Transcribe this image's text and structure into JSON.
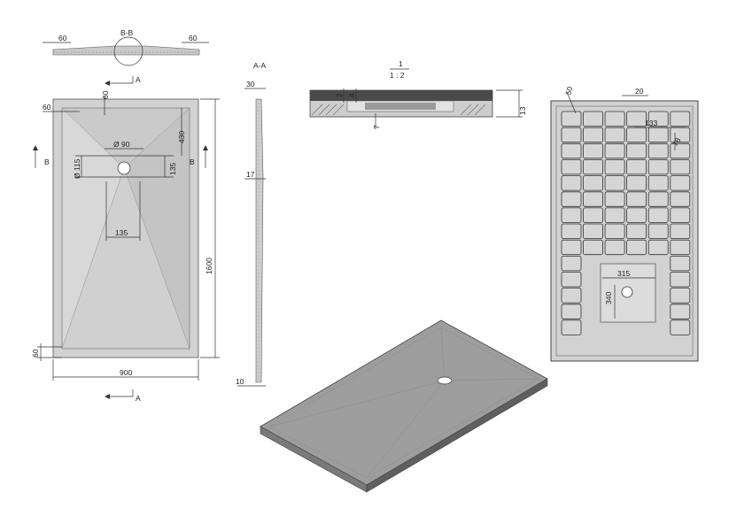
{
  "labels": {
    "section_bb": "B-B",
    "section_aa": "A-A",
    "scale_num": "1",
    "scale_den": "1 : 2",
    "arrow_a": "A",
    "arrow_b": "B"
  },
  "dims": {
    "bb_left": "60",
    "bb_right": "60",
    "top_60": "60",
    "left_60": "60",
    "drain_90": "Ø 90",
    "drain_115": "Ø 115",
    "h_430": "430",
    "h_135": "135",
    "w_135": "135",
    "h_1600": "1600",
    "bottom_60": "60",
    "w_900": "900",
    "aa_30": "30",
    "aa_17": "17",
    "aa_10": "10",
    "det_2": "2",
    "det_4": "4",
    "det_7": "7",
    "det_13": "13",
    "r_50": "50",
    "r_20": "20",
    "r_133": "133",
    "r_78": "78",
    "r_315": "315",
    "r_340": "340"
  },
  "colors": {
    "tray_face": "#cfcfcf",
    "tray_dark": "#9e9e9e",
    "iso_top": "#9d9d9d",
    "iso_side": "#5f5f5f",
    "grid_fill": "#d6d6d6",
    "grid_stroke": "#333333"
  }
}
